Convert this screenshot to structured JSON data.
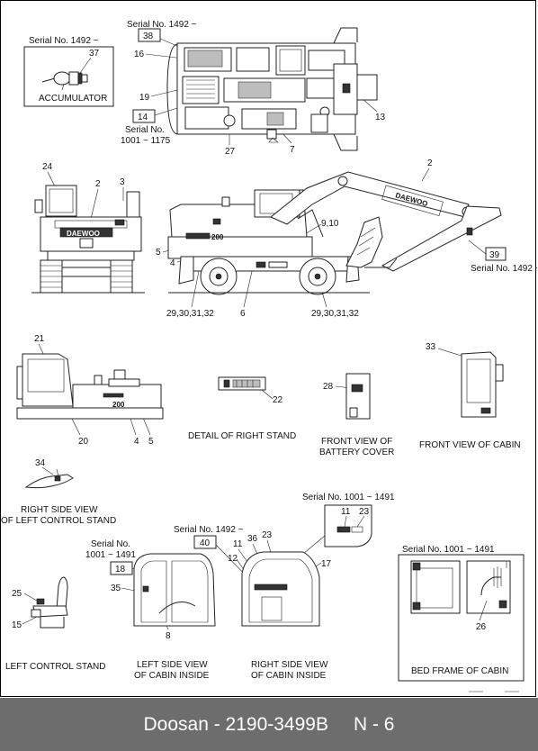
{
  "footer": {
    "document": "Doosan - 2190-3499B",
    "page": "N - 6"
  },
  "labels": {
    "accumulator_serial": "Serial No. 1492 ~",
    "accumulator": "ACCUMULATOR",
    "top_serial_1492": "Serial No. 1492 ~",
    "top_serial_1001": "Serial No.",
    "top_serial_range": "1001 ~ 1175",
    "boom_serial": "Serial No. 1492 ~",
    "detail_right_stand": "DETAIL OF RIGHT STAND",
    "front_battery_1": "FRONT VIEW OF",
    "front_battery_2": "BATTERY COVER",
    "front_cabin": "FRONT VIEW OF CABIN",
    "right_side_1": "RIGHT SIDE VIEW",
    "right_side_2": "OF LEFT CONTROL STAND",
    "cabin_top_serial": "Serial No. 1001 ~ 1491",
    "left_cabin_serial_a": "Serial No. 1492 ~",
    "left_cabin_serial_b1": "Serial No.",
    "left_cabin_serial_b2": "1001 ~ 1491",
    "bed_serial": "Serial No. 1001 ~ 1491",
    "left_control_stand": "LEFT CONTROL STAND",
    "left_cabin_1": "LEFT SIDE VIEW",
    "left_cabin_2": "OF CABIN INSIDE",
    "right_cabin_1": "RIGHT SIDE VIEW",
    "right_cabin_2": "OF CABIN INSIDE",
    "bed_frame": "BED FRAME OF CABIN",
    "brand": "DAEWOO",
    "model": "200"
  },
  "callouts": {
    "c37": "37",
    "c38": "38",
    "c16": "16",
    "c19": "19",
    "c14": "14",
    "c27": "27",
    "c7": "7",
    "c13": "13",
    "c24": "24",
    "c2a": "2",
    "c3": "3",
    "c2b": "2",
    "c5a": "5",
    "c4a": "4",
    "c910": "9,10",
    "c39": "39",
    "c293132a": "29,30,31,32",
    "c6": "6",
    "c293132b": "29,30,31,32",
    "c21": "21",
    "c20": "20",
    "c4b": "4",
    "c5b": "5",
    "c22": "22",
    "c28": "28",
    "c33": "33",
    "c34": "34",
    "c11a": "11",
    "c23a": "23",
    "c40": "40",
    "c36": "36",
    "c23b": "23",
    "c11b": "11",
    "c12": "12",
    "c17": "17",
    "c18": "18",
    "c35": "35",
    "c25": "25",
    "c15": "15",
    "c8": "8",
    "c26": "26"
  }
}
